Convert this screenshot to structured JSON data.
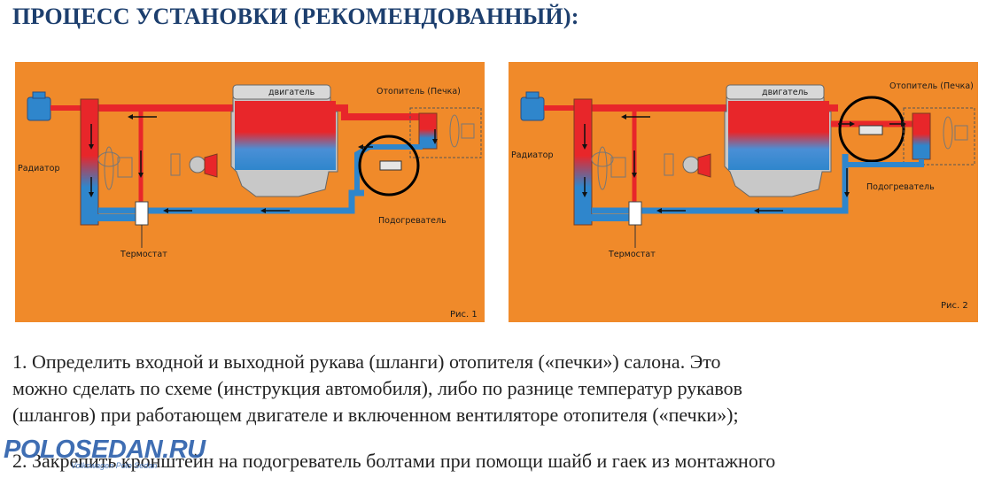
{
  "title": "ПРОЦЕСС УСТАНОВКИ (РЕКОМЕНДОВАННЫЙ):",
  "figures": [
    {
      "engine_label": "двигатель",
      "heater_label": "Отопитель (Печка)",
      "radiator_label": "Радиатор",
      "thermostat_label": "Термостат",
      "preheater_label": "Подогреватель",
      "caption": "Рис. 1"
    },
    {
      "engine_label": "двигатель",
      "heater_label": "Отопитель (Печка)",
      "radiator_label": "Радиатор",
      "thermostat_label": "Термостат",
      "preheater_label": "Подогреватель",
      "caption": "Рис. 2"
    }
  ],
  "paragraphs": {
    "p1_line1": "1. Определить входной и выходной рукава (шланги) отопителя («печки») салона. Это",
    "p1_line2": "можно сделать по схеме (инструкция автомобиля), либо по разнице температур рукавов",
    "p1_line3": "(шлангов) при работающем двигателе и включенном  вентиляторе отопителя («печки»);",
    "p2_line1": "2. Закрепить кронштейн на подогреватель болтами при помощи шайб и гаек из монтажного"
  },
  "watermark": {
    "logo": "POLOSEDAN.RU",
    "tagline": "Volkswagen Polo Sedan"
  },
  "colors": {
    "title": "#1d3f6e",
    "figure_bg": "#f08a2a",
    "hot": "#e8262a",
    "cold": "#2f86cc",
    "logo": "#2f62ad"
  }
}
